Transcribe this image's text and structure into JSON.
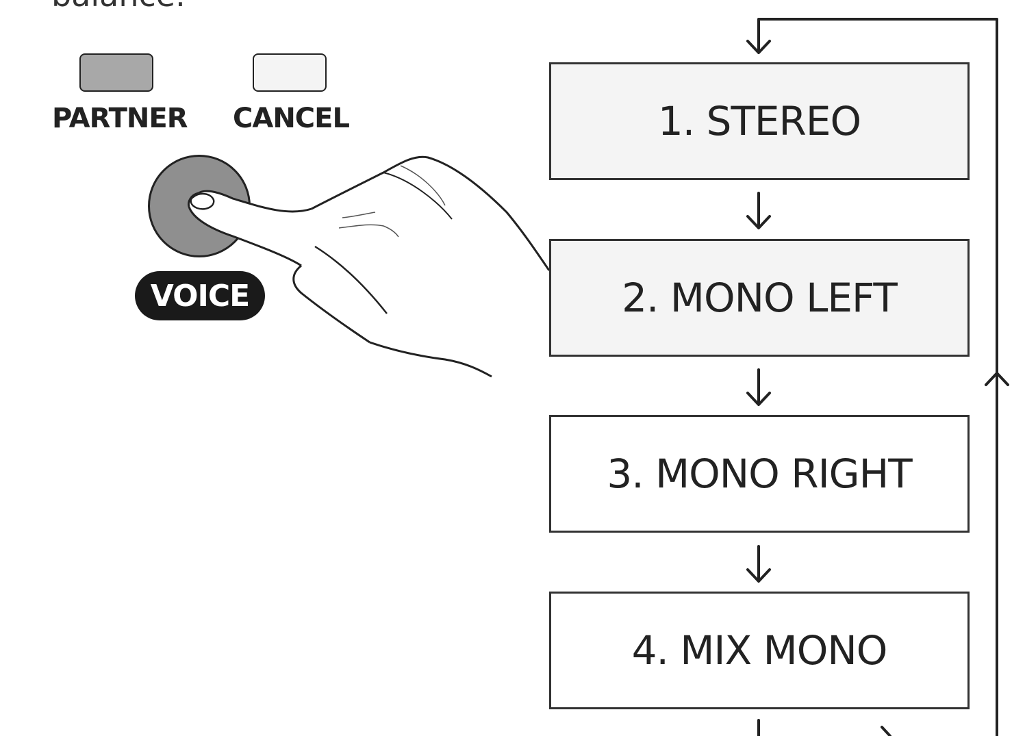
{
  "top_text": "balance.",
  "buttons": {
    "partner_label": "PARTNER",
    "cancel_label": "CANCEL",
    "voice_label": "VOICE"
  },
  "modes": [
    {
      "label": "1. STEREO",
      "shaded": true
    },
    {
      "label": "2. MONO LEFT",
      "shaded": true
    },
    {
      "label": "3. MONO RIGHT",
      "shaded": false
    },
    {
      "label": "4. MIX MONO",
      "shaded": false
    }
  ],
  "colors": {
    "partner_led": "#a8a8a8",
    "cancel_led": "#f4f4f4",
    "voice_button": "#8f8f8f",
    "voice_label_bg": "#1a1a1a",
    "box_shaded": "#f4f4f4",
    "line": "#222222"
  },
  "icons": {
    "hand": "pointing-hand-icon",
    "arrow": "down-arrow-icon",
    "loop": "return-loop-arrow-icon"
  }
}
